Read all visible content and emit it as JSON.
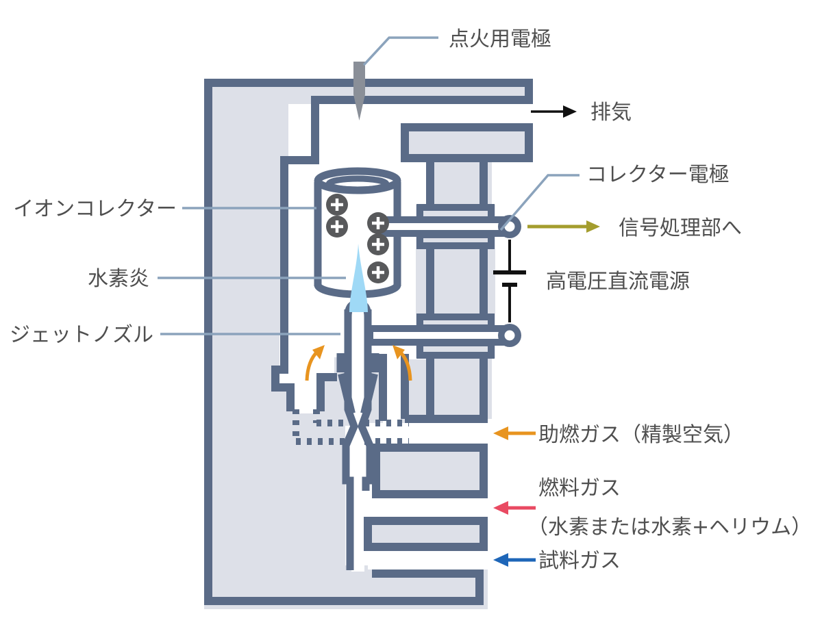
{
  "diagram": {
    "type": "flame-ionization-detector-cross-section",
    "labels": {
      "ignition_electrode": "点火用電極",
      "exhaust": "排気",
      "collector_electrode": "コレクター電極",
      "to_signal_processor": "信号処理部へ",
      "hv_dc_power": "高電圧直流電源",
      "ion_collector": "イオンコレクター",
      "hydrogen_flame": "水素炎",
      "jet_nozzle": "ジェットノズル",
      "air_gas": "助燃ガス（精製空気）",
      "fuel_gas": "燃料ガス",
      "fuel_gas_detail": "（水素または水素+ヘリウム）",
      "sample_gas": "試料ガス"
    },
    "ion_symbol": "+",
    "ion_count": 5,
    "colors": {
      "body_fill": "#DDE0E8",
      "outline": "#5A6B87",
      "electrode_gray": "#8A8F98",
      "flame_blue": "#9FD9F6",
      "ion_circle": "#58595B",
      "arrow_orange": "#E8941F",
      "arrow_olive": "#A49D2E",
      "arrow_red": "#E94A62",
      "arrow_blue": "#1E66B8",
      "arrow_black": "#111111",
      "leader_line": "#8BA3BC",
      "label_text": "#4F4F4F"
    }
  }
}
